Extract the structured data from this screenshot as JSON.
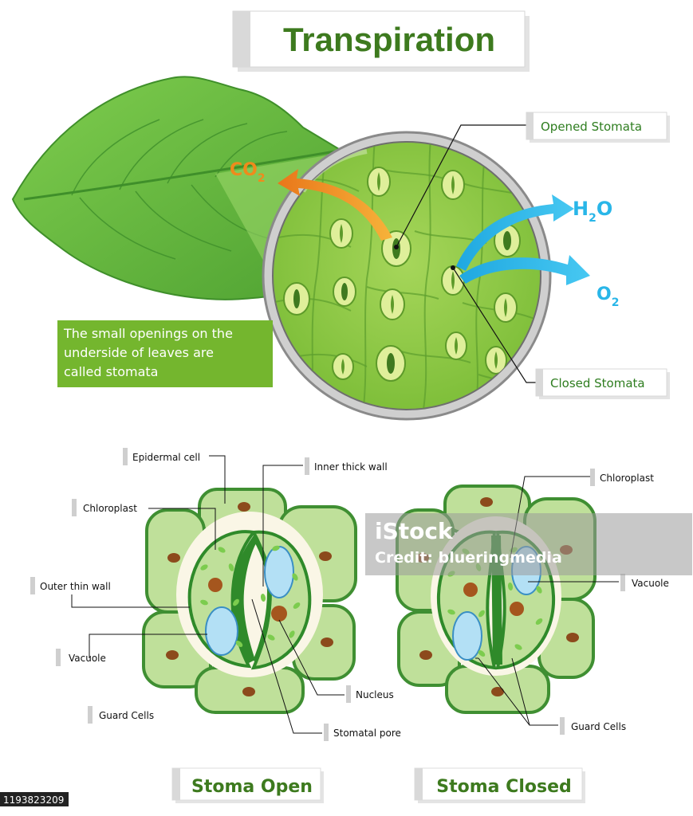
{
  "title": "Transpiration",
  "info_box": {
    "line1": "The small openings on the",
    "line2": "underside of leaves are",
    "line3": "called stomata"
  },
  "callouts": {
    "opened_stomata": "Opened Stomata",
    "closed_stomata": "Closed Stomata"
  },
  "gases": {
    "co2_main": "CO",
    "co2_sub": "2",
    "h2o_h": "H",
    "h2o_sub": "2",
    "h2o_o": "O",
    "o2_main": "O",
    "o2_sub": "2"
  },
  "open_stoma_labels": {
    "epidermal_cell": "Epidermal cell",
    "chloroplast": "Chloroplast",
    "outer_thin_wall": "Outer thin wall",
    "vacuole": "Vacuole",
    "guard_cells": "Guard Cells",
    "inner_thick_wall": "Inner thick wall",
    "nucleus": "Nucleus",
    "stomatal_pore": "Stomatal pore"
  },
  "closed_stoma_labels": {
    "chloroplast": "Chloroplast",
    "vacuole": "Vacuole",
    "guard_cells": "Guard Cells"
  },
  "captions": {
    "open": "Stoma Open",
    "closed": "Stoma Closed"
  },
  "watermark": {
    "brand": "iStock",
    "credit": "Credit: blueringmedia"
  },
  "image_id": "1193823209",
  "colors": {
    "title_green": "#3d7a1e",
    "leaf": "#6cc043",
    "lens_ring": "#8a8a8a",
    "co2_arrow": "#f08a1c",
    "h2o_arrow": "#29b6e8",
    "info_box": "#74b62e",
    "cell_fill": "#bfe09a",
    "cell_border": "#3f8f32"
  }
}
